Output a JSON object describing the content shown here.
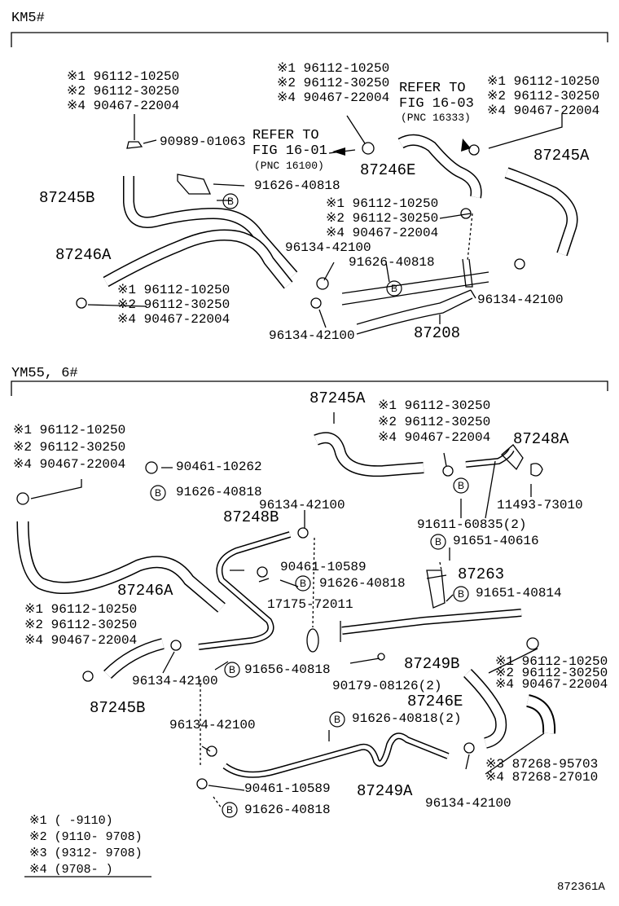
{
  "sections": {
    "km": "KM5#",
    "ym": "YM55, 6#"
  },
  "refer": {
    "r1": {
      "l1": "REFER TO",
      "l2": "FIG 16-01",
      "l3": "(PNC 16100)"
    },
    "r2": {
      "l1": "REFER TO",
      "l2": "FIG 16-03",
      "l3": "(PNC 16333)"
    }
  },
  "km_labels": {
    "a1": "※1 96112-10250",
    "a2": "※2 96112-30250",
    "a4": "※4 90467-22004",
    "b1": "※1 96112-10250",
    "b2": "※2 96112-30250",
    "b4": "※4 90467-22004",
    "c1": "※1 96112-10250",
    "c2": "※2 96112-30250",
    "c4": "※4 90467-22004",
    "d1": "※1 96112-10250",
    "d2": "※2 96112-30250",
    "d4": "※4 90467-22004",
    "e1": "※1 96112-10250",
    "e2": "※2 96112-30250",
    "e4": "※4 90467-22004",
    "p90989": "90989-01063",
    "p91626a": "91626-40818",
    "p91626b": "91626-40818",
    "p96134a": "96134-42100",
    "p96134b": "96134-42100",
    "p96134c": "96134-42100",
    "h87245B": "87245B",
    "h87246A": "87246A",
    "h87246E": "87246E",
    "h87245A": "87245A",
    "h87208": "87208",
    "B": "B"
  },
  "ym_labels": {
    "f1": "※1 96112-10250",
    "f2": "※2 96112-30250",
    "f4": "※4 90467-22004",
    "g1": "※1 96112-30250",
    "g2": "※2 96112-30250",
    "g4": "※4 90467-22004",
    "h1": "※1 96112-10250",
    "h2": "※2 96112-30250",
    "h4": "※4 90467-22004",
    "i1": "※1 96112-10250",
    "i2": "※2 96112-30250",
    "i4": "※4 90467-22004",
    "j3": "※3 87268-95703",
    "j4": "※4 87268-27010",
    "p90461a": "90461-10262",
    "p91626c": "91626-40818",
    "p96134d": "96134-42100",
    "p90461b": "90461-10589",
    "p91626d": "91626-40818",
    "p17175": "17175-72011",
    "p91611": "91611-60835(2)",
    "p11493": "11493-73010",
    "p91651a": "91651-40616",
    "p91651b": "91651-40814",
    "p96134e": "96134-42100",
    "p91656": "91656-40818",
    "p90179": "90179-08126(2)",
    "p96134f": "96134-42100",
    "p91626e": "91626-40818(2)",
    "p90461c": "90461-10589",
    "p91626f": "91626-40818",
    "p96134g": "96134-42100",
    "h87245A": "87245A",
    "h87248A": "87248A",
    "h87248B": "87248B",
    "h87263": "87263",
    "h87246A": "87246A",
    "h87245B": "87245B",
    "h87249B": "87249B",
    "h87246E": "87246E",
    "h87249A": "87249A",
    "B": "B"
  },
  "legend": {
    "l1": "※1 (      -9110)",
    "l2": "※2 (9110- 9708)",
    "l3": "※3 (9312- 9708)",
    "l4": "※4 (9708-      )"
  },
  "footer": {
    "code": "872361A"
  }
}
